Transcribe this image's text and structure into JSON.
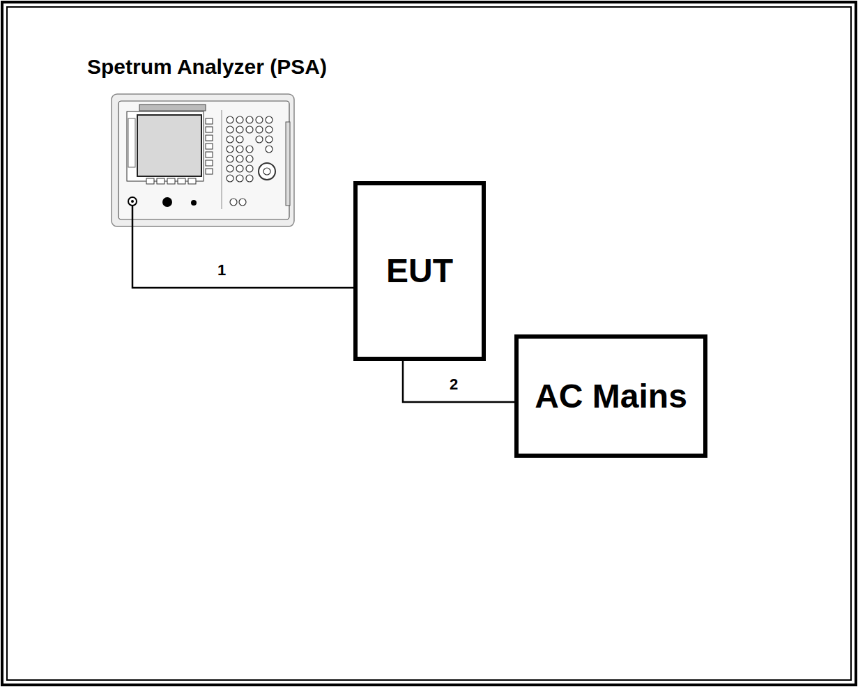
{
  "diagram": {
    "nodes": [
      {
        "text": [
          "Spetrum Analyzer (PSA)"
        ]
      },
      {
        "text": [
          "EUT"
        ]
      },
      {
        "text": [
          "AC Mains"
        ]
      }
    ],
    "edges": [
      {
        "from": 0,
        "to": 1,
        "arrow": "none",
        "label": "1"
      },
      {
        "from": 1,
        "to": 2,
        "arrow": "none",
        "label": "2"
      }
    ]
  }
}
